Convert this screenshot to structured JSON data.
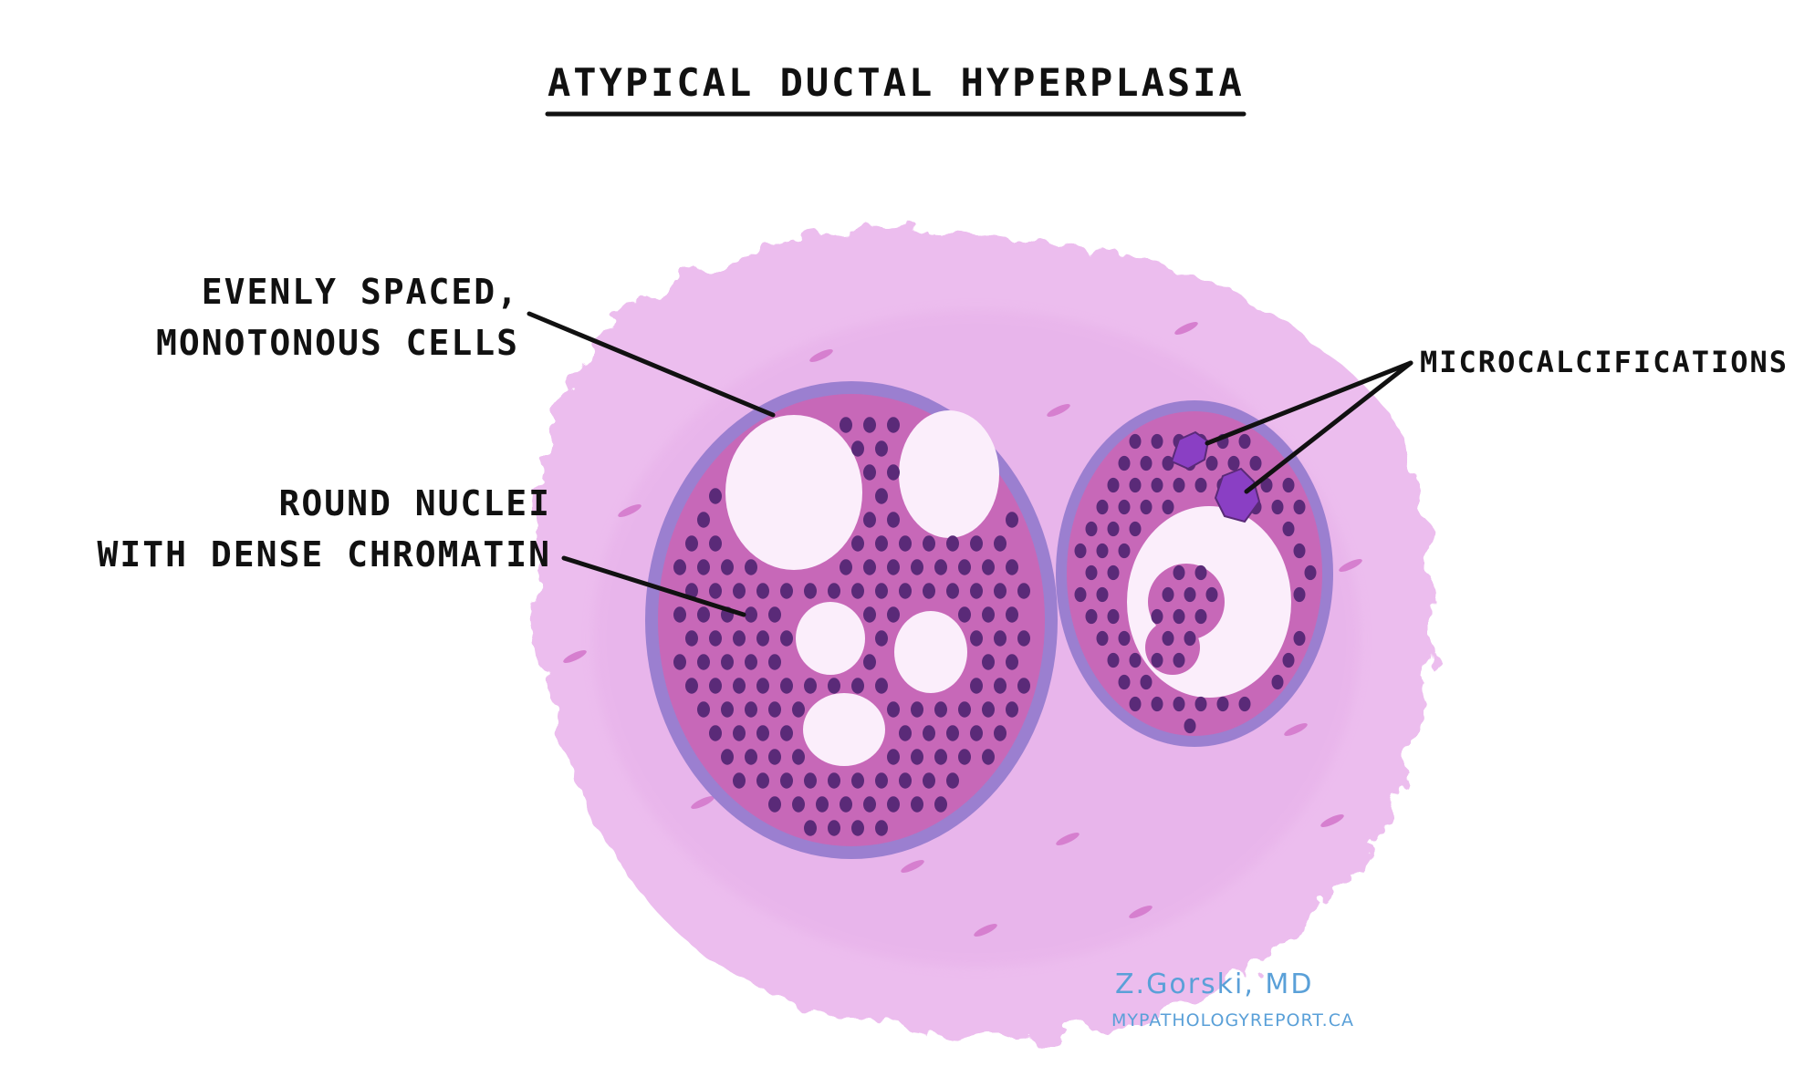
{
  "title": "Atypical Ductal Hyperplasia",
  "labels": {
    "evenly_line1": "Evenly spaced,",
    "evenly_line2": "monotonous cells",
    "nuclei_line1": "Round nuclei",
    "nuclei_line2": "with dense chromatin",
    "microcalcifications": "Microcalcifications"
  },
  "credit": {
    "author": "Z.Gorski, MD",
    "website": "mypathologyreport.ca"
  },
  "colors": {
    "stroma": "#eab8ec",
    "cell": "#c768b8",
    "basal": "#9b7fd0",
    "nucleus": "#5a2a78",
    "calcification": "#8a3fc4",
    "credit": "#5aa0d8"
  }
}
